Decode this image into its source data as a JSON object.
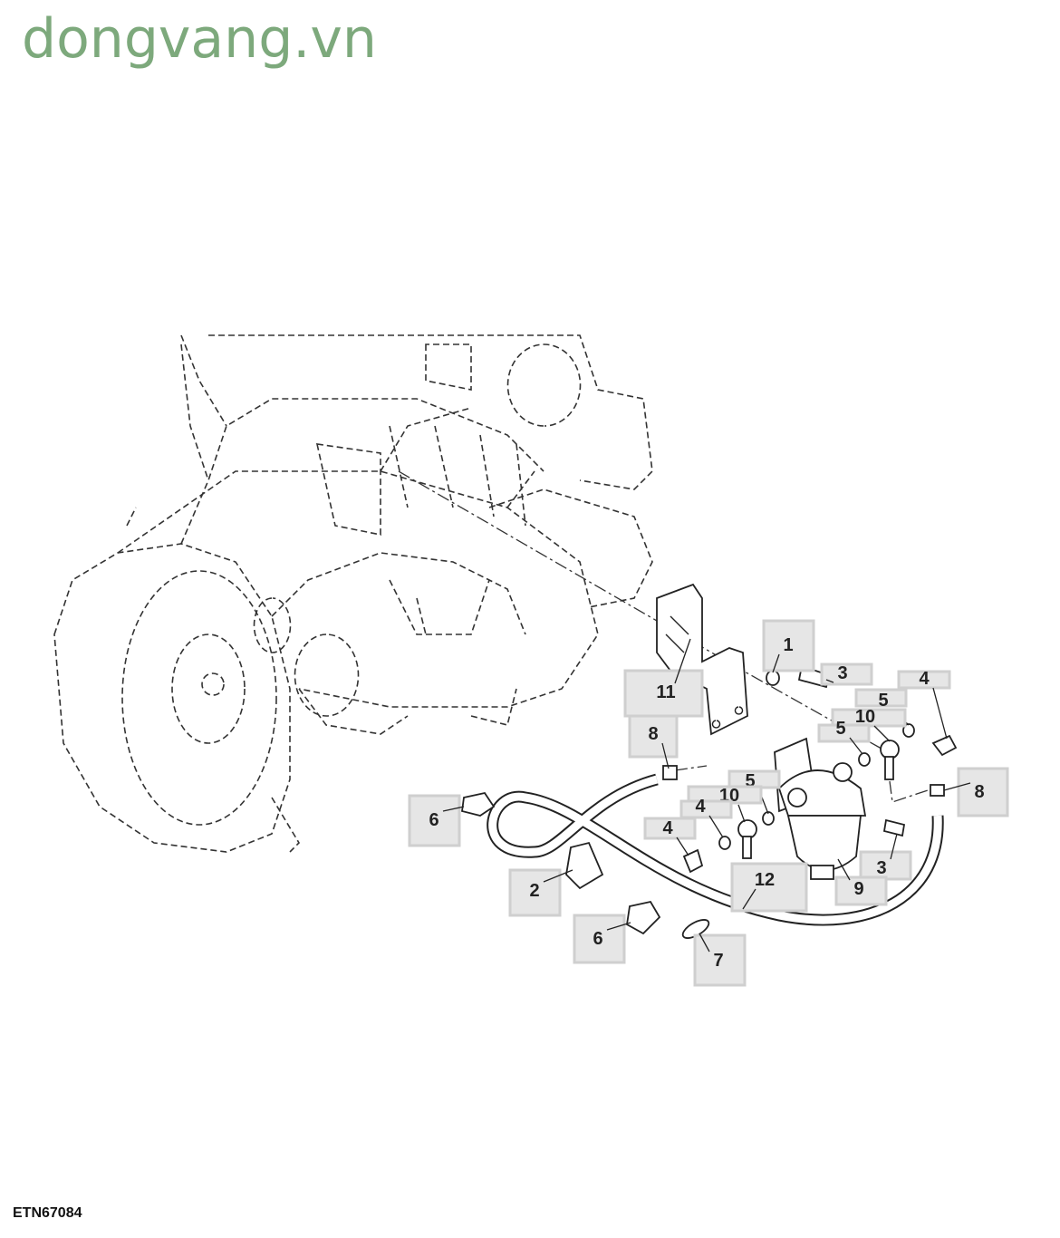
{
  "watermark": "dongvang.vn",
  "figure_id": "ETN67084",
  "callouts": [
    {
      "label": "1"
    },
    {
      "label": "3"
    },
    {
      "label": "4"
    },
    {
      "label": "5"
    },
    {
      "label": "10"
    },
    {
      "label": "5"
    },
    {
      "label": "11"
    },
    {
      "label": "8"
    },
    {
      "label": "8"
    },
    {
      "label": "5"
    },
    {
      "label": "10"
    },
    {
      "label": "4"
    },
    {
      "label": "4"
    },
    {
      "label": "6"
    },
    {
      "label": "2"
    },
    {
      "label": "12"
    },
    {
      "label": "3"
    },
    {
      "label": "9"
    },
    {
      "label": "6"
    },
    {
      "label": "7"
    }
  ]
}
